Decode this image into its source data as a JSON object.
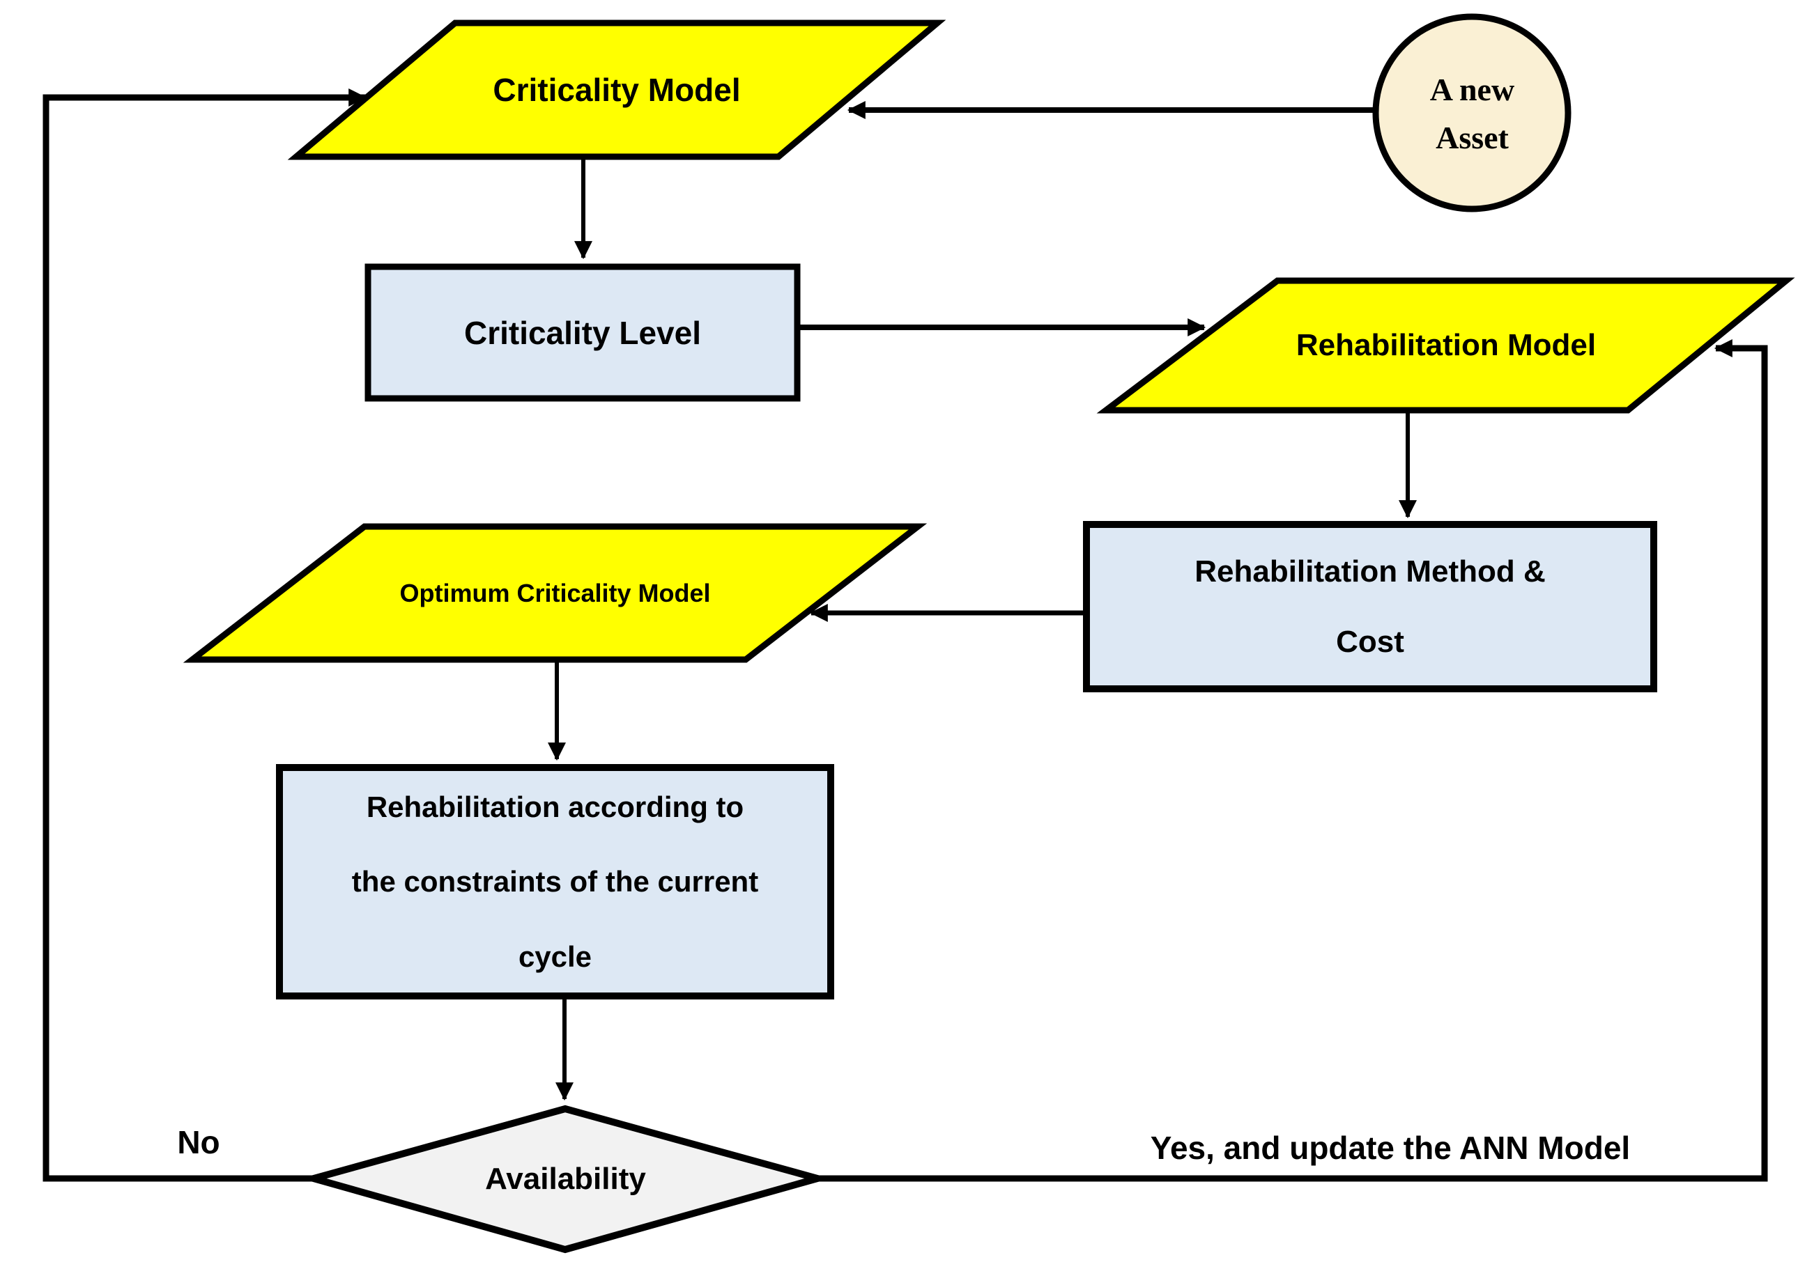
{
  "diagram": {
    "nodes": {
      "criticality_model": {
        "label": "Criticality Model",
        "shape": "parallelogram"
      },
      "new_asset": {
        "label": "A new\nAsset",
        "shape": "circle"
      },
      "criticality_level": {
        "label": "Criticality Level",
        "shape": "rectangle"
      },
      "rehabilitation_model": {
        "label": "Rehabilitation Model",
        "shape": "parallelogram"
      },
      "rehabilitation_method_cost": {
        "label": "Rehabilitation Method  &\nCost",
        "shape": "rectangle"
      },
      "optimum_criticality_model": {
        "label": "Optimum Criticality Model",
        "shape": "parallelogram"
      },
      "rehabilitation_constraints": {
        "label": "Rehabilitation according to\nthe constraints of the current\ncycle",
        "shape": "rectangle"
      },
      "availability": {
        "label": "Availability",
        "shape": "diamond"
      }
    },
    "edge_labels": {
      "no": "No",
      "yes": "Yes, and update the ANN Model"
    },
    "colors": {
      "parallelogram_fill": "#ffff00",
      "rectangle_fill": "#dde8f4",
      "circle_fill": "#faf0d4",
      "diamond_fill": "#f2f2f2",
      "line": "#000000"
    }
  }
}
